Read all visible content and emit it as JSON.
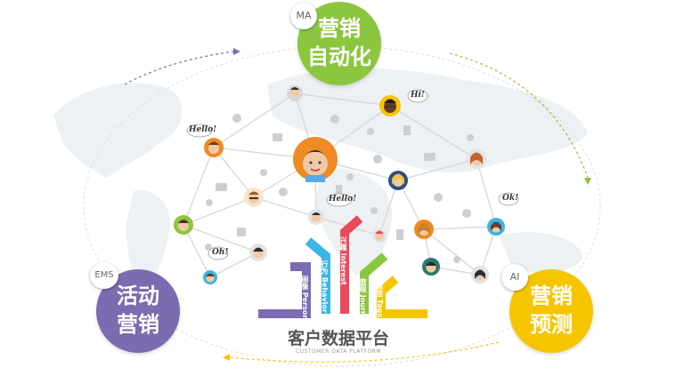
{
  "ma": {
    "tag": "MA",
    "line1": "营销",
    "line2": "自动化",
    "color": "#8cc63f"
  },
  "ems": {
    "tag": "EMS",
    "line1": "活动",
    "line2": "营销",
    "color": "#7b6bb0"
  },
  "ai": {
    "tag": "AI",
    "line1": "营销",
    "line2": "预测",
    "color": "#f6c500"
  },
  "platform": {
    "title": "客户数据平台",
    "subtitle": "CUSTOMER DATA PLATFORM"
  },
  "branches": [
    {
      "cn": "画像",
      "en": "Persona",
      "color": "#7b6bb0"
    },
    {
      "cn": "行为",
      "en": "Behavior",
      "color": "#3ab5e6"
    },
    {
      "cn": "兴趣",
      "en": "Interest",
      "color": "#e94b5b"
    },
    {
      "cn": "旅程",
      "en": "Journey",
      "color": "#8cc63f"
    },
    {
      "cn": "标签",
      "en": "Tags",
      "color": "#f6c500"
    }
  ],
  "bubbles": [
    "Hello!",
    "Hi!",
    "Hello!",
    "Oh!",
    "Ok!"
  ],
  "colors": {
    "network_line": "#d6d6d6",
    "map": "#eef1f4",
    "orbit": "#dcdcdc"
  }
}
